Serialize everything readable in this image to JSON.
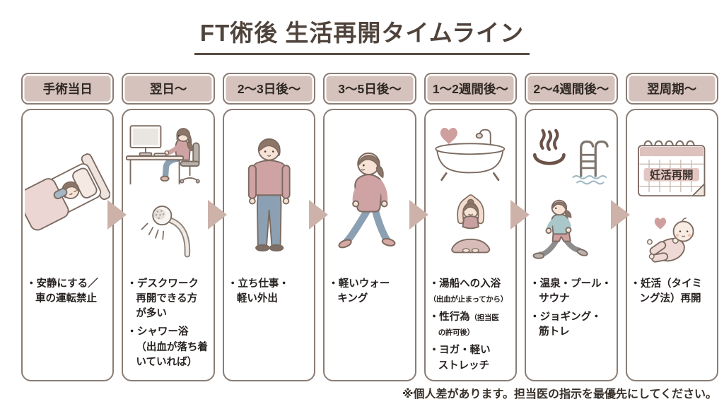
{
  "title": "FT術後 生活再開タイムライン",
  "footnote": "※個人差があります。担当医の指示を最優先にしてください。",
  "colors": {
    "accent_brown": "#5a4c44",
    "header_bg": "#d5c2bc",
    "card_border": "#8a7d75",
    "arrow": "#cdb2a9",
    "text": "#272220",
    "calendar_highlight": "#e3c6c2"
  },
  "stages": [
    {
      "header": "手術当日",
      "illustrations": [
        "woman-resting-in-bed"
      ],
      "notes": [
        {
          "segments": [
            {
              "t": "・安静にする／",
              "cls": "n"
            }
          ]
        },
        {
          "segments": [
            {
              "t": "車の運転禁止",
              "cls": "n"
            }
          ],
          "indent": true
        }
      ]
    },
    {
      "header": "翌日〜",
      "illustrations": [
        "woman-at-desk-computer",
        "shower-head"
      ],
      "notes": [
        {
          "segments": [
            {
              "t": "・デスクワーク",
              "cls": "n"
            }
          ]
        },
        {
          "segments": [
            {
              "t": "再開できる方",
              "cls": "n"
            }
          ],
          "indent": true
        },
        {
          "segments": [
            {
              "t": "が多い",
              "cls": "n"
            }
          ],
          "indent": true
        },
        {
          "segments": [
            {
              "t": "・シャワー浴",
              "cls": "n"
            }
          ]
        },
        {
          "segments": [
            {
              "t": "（出血が落ち着",
              "cls": "n"
            }
          ],
          "indent": true
        },
        {
          "segments": [
            {
              "t": "いていれば）",
              "cls": "n"
            }
          ],
          "indent": true
        }
      ]
    },
    {
      "header": "2〜3日後〜",
      "illustrations": [
        "standing-man"
      ],
      "notes": [
        {
          "segments": [
            {
              "t": "・立ち仕事・",
              "cls": "n"
            }
          ]
        },
        {
          "segments": [
            {
              "t": "軽い外出",
              "cls": "n"
            }
          ],
          "indent": true
        }
      ]
    },
    {
      "header": "3〜5日後〜",
      "illustrations": [
        "walking-woman"
      ],
      "notes": [
        {
          "segments": [
            {
              "t": "・軽いウォー",
              "cls": "n"
            }
          ]
        },
        {
          "segments": [
            {
              "t": "キング",
              "cls": "n"
            }
          ],
          "indent": true
        }
      ]
    },
    {
      "header": "1〜2週間後〜",
      "illustrations": [
        "bathtub-with-heart",
        "yoga-woman"
      ],
      "notes": [
        {
          "segments": [
            {
              "t": "・湯船への入浴",
              "cls": "n"
            }
          ]
        },
        {
          "segments": [
            {
              "t": "（出血が止まってから）",
              "cls": "sm"
            }
          ]
        },
        {
          "segments": [
            {
              "t": "・性行為",
              "cls": "n"
            },
            {
              "t": "（担当医",
              "cls": "sm"
            }
          ]
        },
        {
          "segments": [
            {
              "t": "の許可後）",
              "cls": "sm"
            }
          ],
          "indent": true
        },
        {
          "segments": [
            {
              "t": "・ヨガ・軽い",
              "cls": "n"
            }
          ]
        },
        {
          "segments": [
            {
              "t": "ストレッチ",
              "cls": "n"
            }
          ],
          "indent": true
        }
      ]
    },
    {
      "header": "2〜4週間後〜",
      "illustrations": [
        "onsen-symbol",
        "pool-ladder",
        "jogging-woman"
      ],
      "notes": [
        {
          "segments": [
            {
              "t": "・温泉・プール・",
              "cls": "n"
            }
          ]
        },
        {
          "segments": [
            {
              "t": "サウナ",
              "cls": "n"
            }
          ],
          "indent": true
        },
        {
          "segments": [
            {
              "t": "・ジョギング・",
              "cls": "n"
            }
          ]
        },
        {
          "segments": [
            {
              "t": "筋トレ",
              "cls": "n"
            }
          ],
          "indent": true
        }
      ]
    },
    {
      "header": "翌周期〜",
      "illustrations": [
        "calendar-restart",
        "baby-with-heart"
      ],
      "calendar_label": "妊活再開",
      "notes": [
        {
          "segments": [
            {
              "t": "・妊活（タイミ",
              "cls": "n"
            }
          ]
        },
        {
          "segments": [
            {
              "t": "ング法）再開",
              "cls": "n"
            }
          ],
          "indent": true
        }
      ]
    }
  ]
}
